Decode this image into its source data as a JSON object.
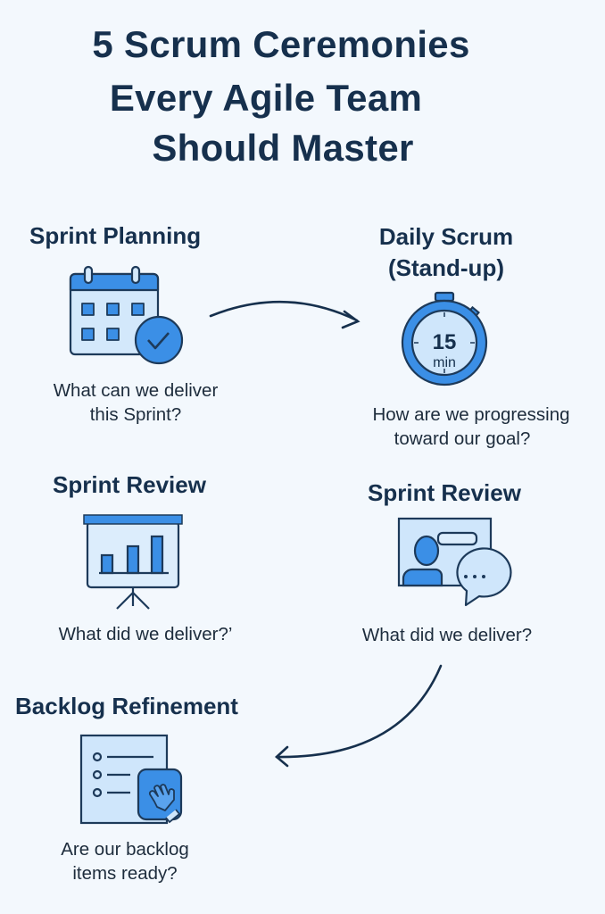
{
  "title": {
    "line1": "5 Scrum Ceremonies",
    "line2": "Every Agile Team",
    "line3": "Should Master"
  },
  "ceremonies": [
    {
      "heading": "Sprint Planning",
      "question_line1": "What can we deliver",
      "question_line2": "this Sprint?",
      "icon": "calendar-check-icon"
    },
    {
      "heading_line1": "Daily Scrum",
      "heading_line2": "(Stand-up)",
      "question_line1": "How are we progressing",
      "question_line2": "toward our goal?",
      "icon": "stopwatch-icon",
      "timer_value": "15",
      "timer_unit": "min"
    },
    {
      "heading": "Sprint Review",
      "question": "What did we deliver?’",
      "icon": "presentation-chart-icon"
    },
    {
      "heading": "Sprint Review",
      "question": "What did we deliver?",
      "icon": "video-chat-icon"
    },
    {
      "heading": "Backlog Refinement",
      "question_line1": "Are our backlog",
      "question_line2": "items ready?",
      "icon": "backlog-list-icon"
    }
  ],
  "colors": {
    "navy": "#16304d",
    "blue": "#3b8fe6",
    "light_blue": "#cde5fb",
    "background": "#f3f8fd"
  }
}
